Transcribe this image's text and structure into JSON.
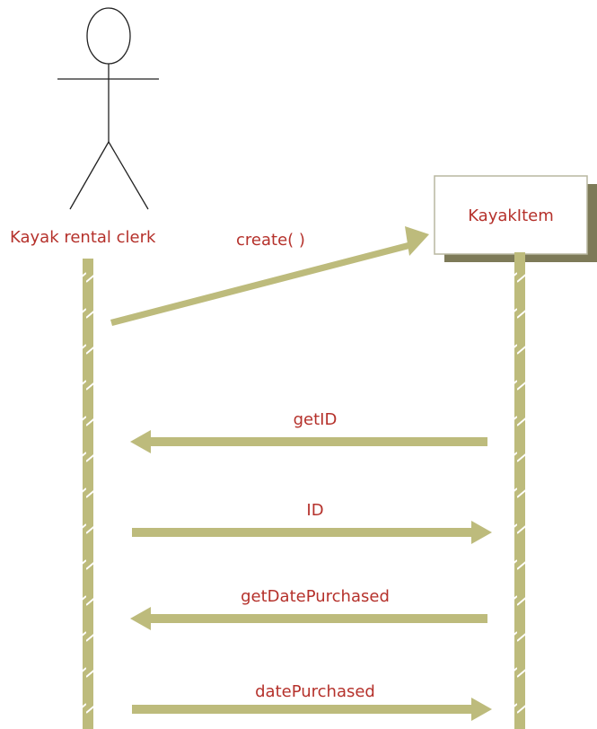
{
  "actor": {
    "name": "Kayak rental clerk"
  },
  "object": {
    "name": "KayakItem"
  },
  "messages": [
    {
      "label": "create( )",
      "direction": "to-object"
    },
    {
      "label": "getID",
      "direction": "to-actor"
    },
    {
      "label": "ID",
      "direction": "to-object"
    },
    {
      "label": "getDatePurchased",
      "direction": "to-actor"
    },
    {
      "label": "datePurchased",
      "direction": "to-object"
    }
  ],
  "colors": {
    "label": "#b5312b",
    "arrow": "#bdbb7c",
    "lifeline_stripe": "#ffffff",
    "object_shadow": "#7d7a58",
    "object_border": "#b9b7a0",
    "object_text": "#b5312b",
    "actor_stroke": "#222222"
  }
}
